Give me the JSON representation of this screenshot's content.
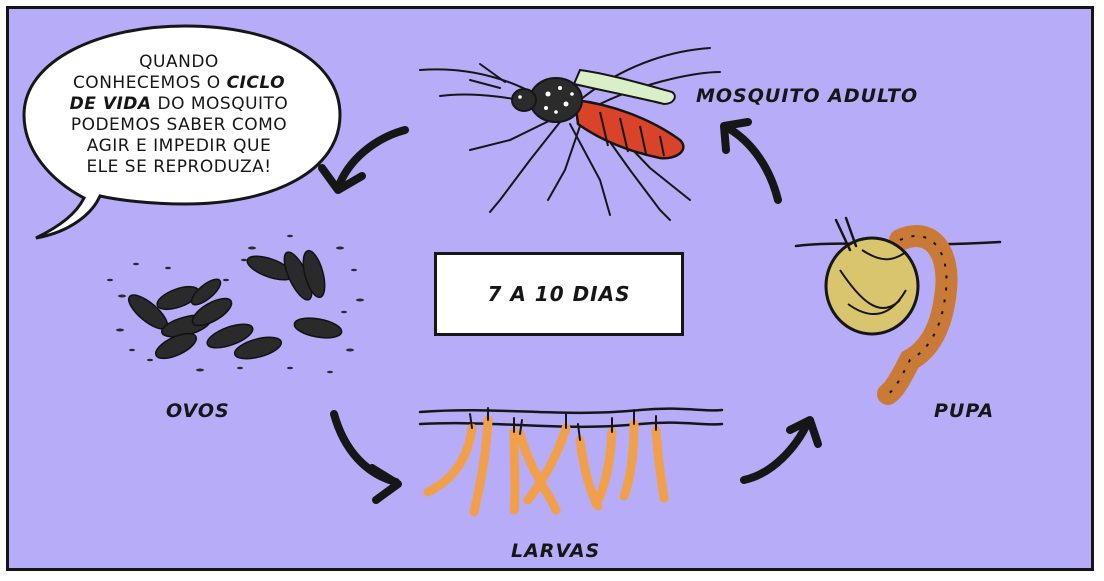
{
  "speech_bubble": {
    "line1": "QUANDO",
    "line2_pre": "CONHECEMOS O ",
    "line2_em": "CICLO",
    "line3_em": "DE VIDA",
    "line3_post": " DO MOSQUITO",
    "line4": "PODEMOS SABER COMO",
    "line5": "AGIR E IMPEDIR QUE",
    "line6": "ELE SE REPRODUZA!"
  },
  "center_box": {
    "text": "7 A 10 DIAS"
  },
  "stages": {
    "adult": "MOSQUITO ADULTO",
    "eggs": "OVOS",
    "larvae": "LARVAS",
    "pupa": "PUPA"
  },
  "colors": {
    "background": "#b7acf8",
    "ink": "#161616",
    "larva": "#f0a04a",
    "pupa_body": "#d9c56e",
    "pupa_tail": "#c97a36",
    "abdomen_red": "#d8432a"
  }
}
